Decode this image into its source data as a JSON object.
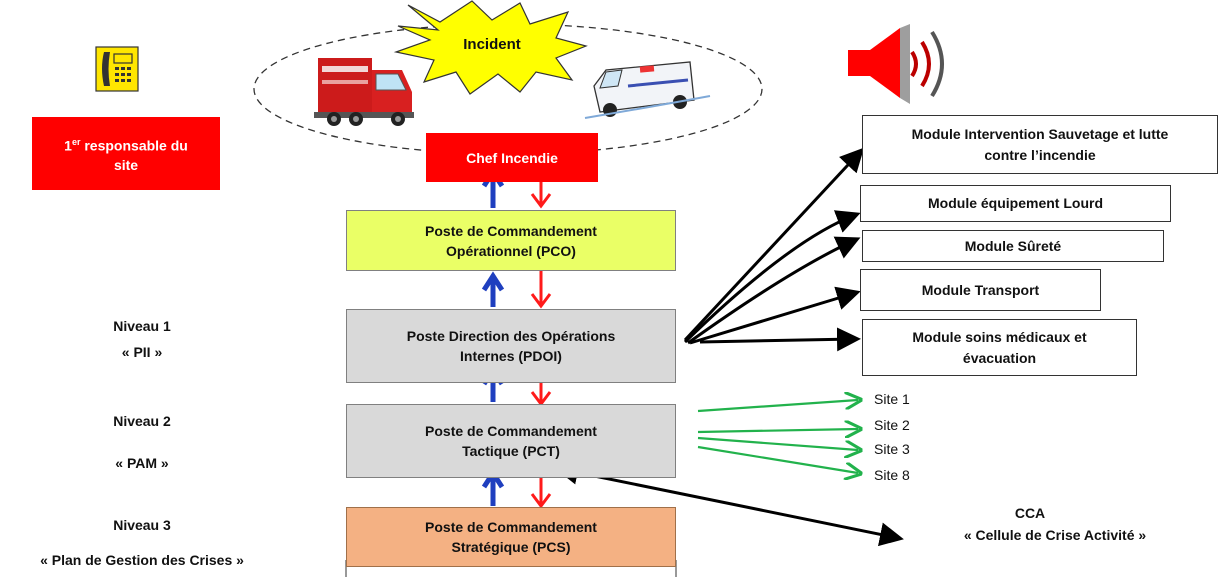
{
  "diagram": {
    "incident": "Incident",
    "chef_incendie": "Chef Incendie",
    "responsable": {
      "prefix": "1",
      "sup": "er",
      "line1": " responsable du",
      "line2": "site"
    },
    "pco": {
      "line1": "Poste de Commandement",
      "line2": "Opérationnel (PCO)"
    },
    "pdoi": {
      "line1": "Poste Direction des Opérations",
      "line2": "Internes (PDOI)"
    },
    "pct": {
      "line1": "Poste de Commandement",
      "line2": "Tactique (PCT)"
    },
    "pcs": {
      "line1": "Poste de Commandement",
      "line2": "Stratégique (PCS)"
    },
    "niveau1": {
      "title": "Niveau 1",
      "sub": "« PII »"
    },
    "niveau2": {
      "title": "Niveau 2",
      "sub": "« PAM »"
    },
    "niveau3": {
      "title": "Niveau 3",
      "sub": "« Plan de Gestion des Crises »"
    },
    "modules": [
      {
        "line1": "Module Intervention Sauvetage et lutte",
        "line2": "contre l’incendie"
      },
      {
        "line1": "Module équipement Lourd",
        "line2": ""
      },
      {
        "line1": "Module Sûreté",
        "line2": ""
      },
      {
        "line1": "Module Transport",
        "line2": ""
      },
      {
        "line1": "Module soins médicaux et",
        "line2": "évacuation"
      }
    ],
    "sites": [
      "Site 1",
      "Site 2",
      "Site 3",
      "Site 8"
    ],
    "cca": {
      "title": "CCA",
      "sub": "« Cellule de Crise Activité »"
    }
  },
  "colors": {
    "red": "#ff0000",
    "yellow": "#eaff66",
    "grey": "#d9d9d9",
    "orange": "#f4b183",
    "blue_arrow": "#1f3fbf",
    "red_arrow": "#ff1a1a",
    "green_arrow": "#22b24c",
    "incident_star": "#ffff00"
  },
  "icons": [
    "phone-icon",
    "speaker-icon",
    "fire-truck-icon",
    "ambulance-icon"
  ]
}
